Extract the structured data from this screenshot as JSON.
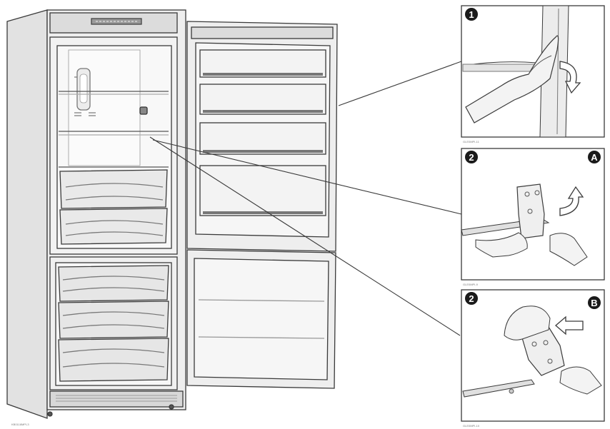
{
  "steps": {
    "step1_number": "1",
    "step2a_number": "2",
    "step2a_letter": "A",
    "step2b_number": "2",
    "step2b_letter": "B"
  },
  "captions": {
    "fridge": "KB0118MPI-3",
    "panel1": "GLE0MPI-11",
    "panel2": "GLE0MPI-9",
    "panel3": "GLE0MPI-10"
  },
  "colors": {
    "line": "#3a3a3a",
    "body_fill": "#e9e9e9",
    "interior_fill": "#f6f6f6",
    "badge": "#1a1a1a"
  },
  "icons": {
    "curved_arrow": "curved-arrow-icon",
    "left_arrow": "left-arrow-icon"
  }
}
